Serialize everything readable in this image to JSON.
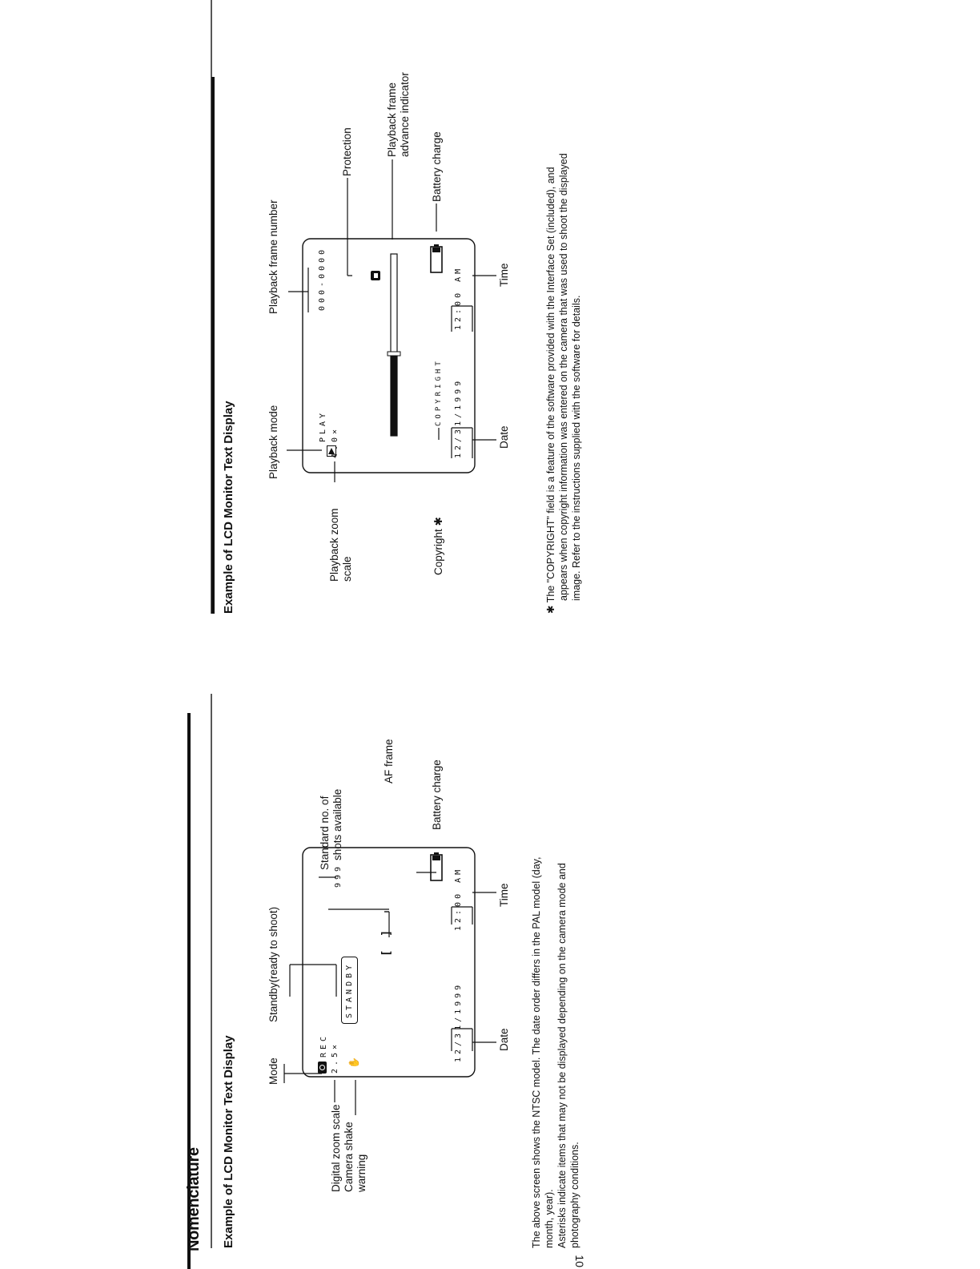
{
  "page": {
    "title": "Nomenclature",
    "page_number": "10"
  },
  "rec_section": {
    "title": "Example of LCD Monitor Text Display",
    "labels": {
      "mode": "Mode",
      "standby": "Standby(ready to shoot)",
      "digital_zoom": "Digital zoom scale",
      "camera_shake": "Camera shake",
      "camera_shake_2": "warning",
      "standard_shots": "Standard no. of",
      "standard_shots_2": "shots available",
      "af_frame": "AF frame",
      "battery": "Battery charge",
      "date": "Date",
      "time": "Time"
    },
    "lcd": {
      "mode_text": "REC",
      "zoom": "2.5×",
      "standby": "STANDBY",
      "shots": "999",
      "af": "[ ]",
      "date": "12/31/1999",
      "time": "12:00 AM"
    },
    "note": {
      "line1": "The above screen shows the NTSC model. The date order differs in the PAL model (day,",
      "line2": "month, year).",
      "line3": "Asterisks indicate items that may not be displayed depending on the camera mode and",
      "line4": "photography conditions."
    }
  },
  "play_section": {
    "title": "Example of LCD Monitor Text Display",
    "labels": {
      "playback_mode": "Playback mode",
      "frame_number": "Playback frame number",
      "zoom_scale": "Playback zoom",
      "zoom_scale_2": "scale",
      "protection": "Protection",
      "frame_advance": "Playback frame",
      "frame_advance_2": "advance indicator",
      "copyright": "Copyright ✱",
      "battery": "Battery charge",
      "date": "Date",
      "time": "Time"
    },
    "lcd": {
      "mode_text": "PLAY",
      "zoom": "4.0×",
      "frame": "000-0000",
      "copyright": "COPYRIGHT",
      "date": "12/31/1999",
      "time": "12:00 AM"
    },
    "note": {
      "line1": "✱ The \"COPYRIGHT\" field is a feature of the software provided with the Interface Set (included), and",
      "line2": "appears when copyright information was entered on the camera that was used to shoot the displayed",
      "line3": "image. Refer to the instructions supplied with the software for details."
    }
  }
}
